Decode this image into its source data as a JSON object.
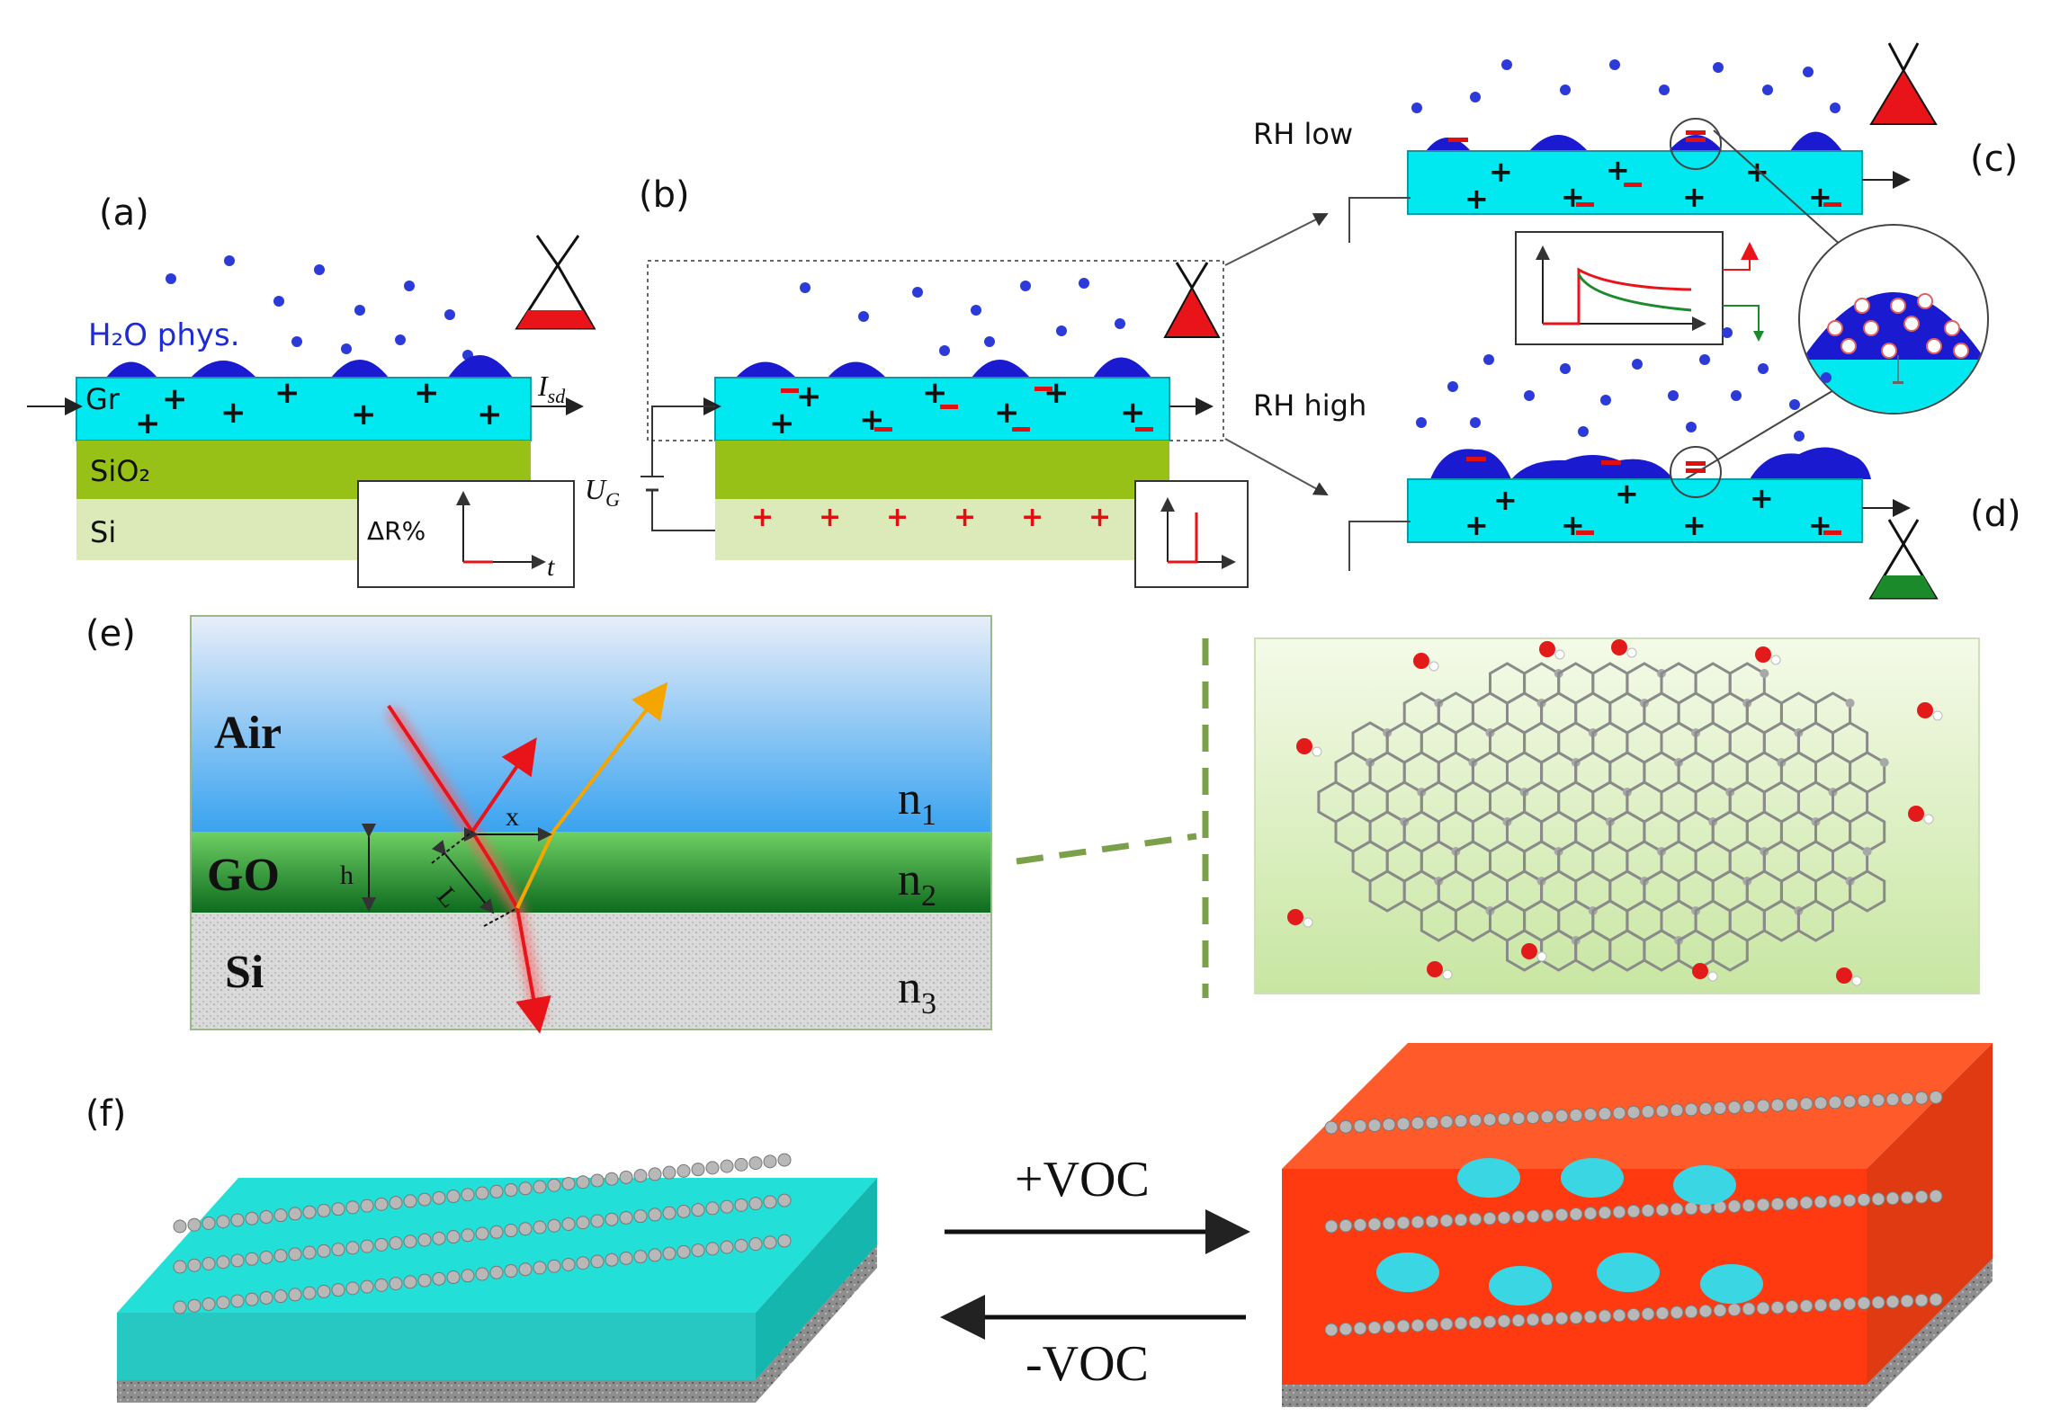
{
  "panels": {
    "a": "(a)",
    "b": "(b)",
    "c": "(c)",
    "d": "(d)",
    "e": "(e)",
    "f": "(f)"
  },
  "panel_a": {
    "water_label": "H₂O phys.",
    "layer_gr": "Gr",
    "layer_sio2": "SiO₂",
    "layer_si": "Si",
    "current": "I",
    "current_sub": "sd",
    "inset_y": "ΔR%",
    "inset_x": "t"
  },
  "panel_b": {
    "gate": "U",
    "gate_sub": "G"
  },
  "panel_cd": {
    "rh_low": "RH low",
    "rh_high": "RH high"
  },
  "panel_e": {
    "air": "Air",
    "go": "GO",
    "si": "Si",
    "n1": "n",
    "n1_sub": "1",
    "n2": "n",
    "n2_sub": "2",
    "n3": "n",
    "n3_sub": "3",
    "x": "x",
    "h": "h",
    "l": "L"
  },
  "panel_f": {
    "plus_voc": "+VOC",
    "minus_voc": "-VOC"
  },
  "colors": {
    "graphene": "#00e5ee",
    "sio2": "#9cc21e",
    "si": "#d8e8b0",
    "water": "#1a1ad8",
    "charge_red": "#e01010",
    "go_film": "#2fa83a",
    "voc_box": "#ff3a10",
    "teal_box": "#22ddd0"
  }
}
